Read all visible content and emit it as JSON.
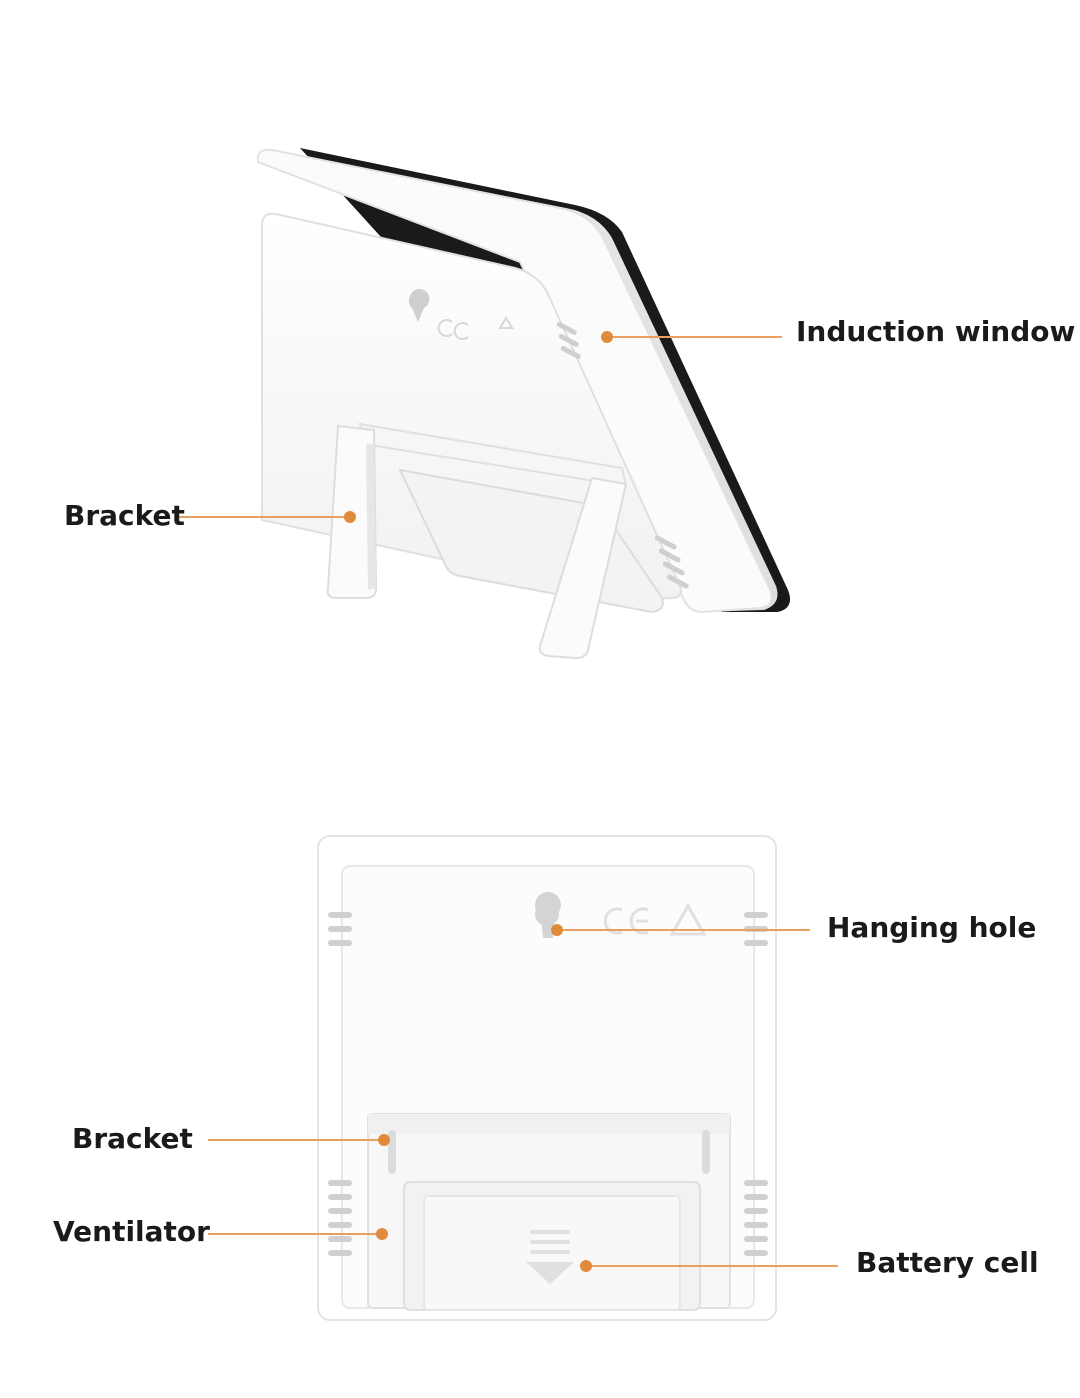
{
  "callouts": {
    "induction_window": "Induction window",
    "bracket_top": "Bracket",
    "hanging_hole": "Hanging hole",
    "bracket_bottom": "Bracket",
    "ventilator": "Ventilator",
    "battery_cell": "Battery cell"
  },
  "colors": {
    "leader_line": "#e8a060",
    "leader_dot": "#e08a3c",
    "device_body": "#ffffff",
    "device_shadow": "#d9d9d9",
    "device_edge": "#1a1a1a",
    "label_text": "#1a1a1a"
  }
}
